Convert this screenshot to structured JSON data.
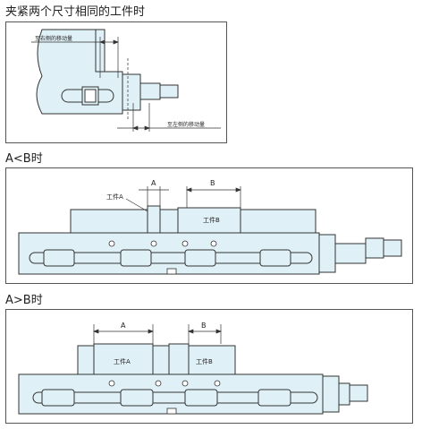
{
  "sections": [
    {
      "heading": "夹紧两个尺寸相同的工件时",
      "labels": {
        "upper_movement": "至右侧的移动量",
        "lower_movement": "至左侧的移动量"
      }
    },
    {
      "heading": "A<B时",
      "labels": {
        "dim_a": "A",
        "dim_b": "B",
        "workpiece_a": "工件A",
        "workpiece_b": "工件B"
      }
    },
    {
      "heading": "A>B时",
      "labels": {
        "dim_a": "A",
        "dim_b": "B",
        "workpiece_a": "工件A",
        "workpiece_b": "工件B"
      }
    }
  ],
  "colors": {
    "fill": "#dff0f6",
    "stroke": "#333333",
    "panel_border": "#555555"
  }
}
